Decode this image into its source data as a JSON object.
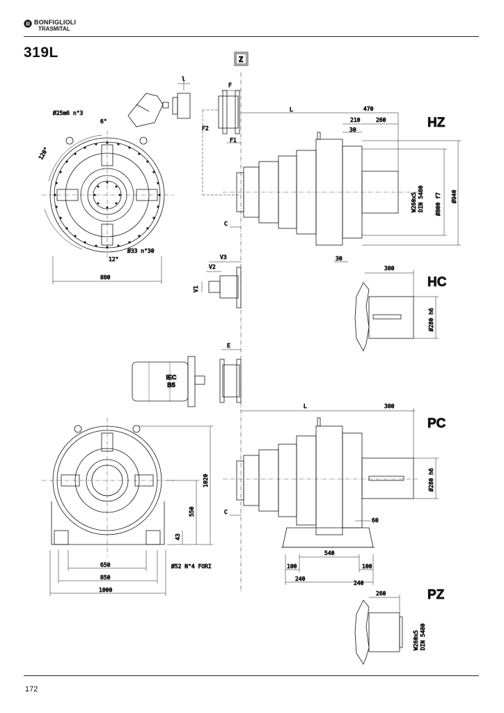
{
  "header": {
    "brand_line1": "BONFIGLIOLI",
    "brand_line2": "TRASMITAL"
  },
  "model": "319L",
  "page_number": "172",
  "config_labels": {
    "hz": "HZ",
    "hc": "HC",
    "pc": "PC",
    "pz": "PZ",
    "z_box": "Z"
  },
  "motor": {
    "line1": "IEC",
    "line2": "B5"
  },
  "dims": {
    "l_small": "l",
    "f": "F",
    "f1": "F1",
    "f2": "F2",
    "c": "C",
    "L": "L",
    "d470": "470",
    "d210": "210",
    "d260": "260",
    "d30": "30",
    "spline": "W260x5",
    "din": "DIN 5480",
    "d800": "Ø800 f7",
    "d940": "Ø940",
    "holes_25": "Ø25m6 n°3",
    "ang6": "6°",
    "ang120": "120°",
    "holes_33": "Ø33 n°30",
    "ang12": "12°",
    "d880": "880",
    "v1": "V1",
    "v2": "V2",
    "v3": "V3",
    "e": "E",
    "d380": "380",
    "shaft280": "Ø280 h6",
    "d1020": "1020",
    "d550": "550",
    "d43": "43",
    "d650": "650",
    "d850": "850",
    "d1000": "1000",
    "fori": "Ø52 N°4 FORI",
    "d540": "540",
    "d100": "100",
    "d240": "240",
    "d60": "60"
  }
}
